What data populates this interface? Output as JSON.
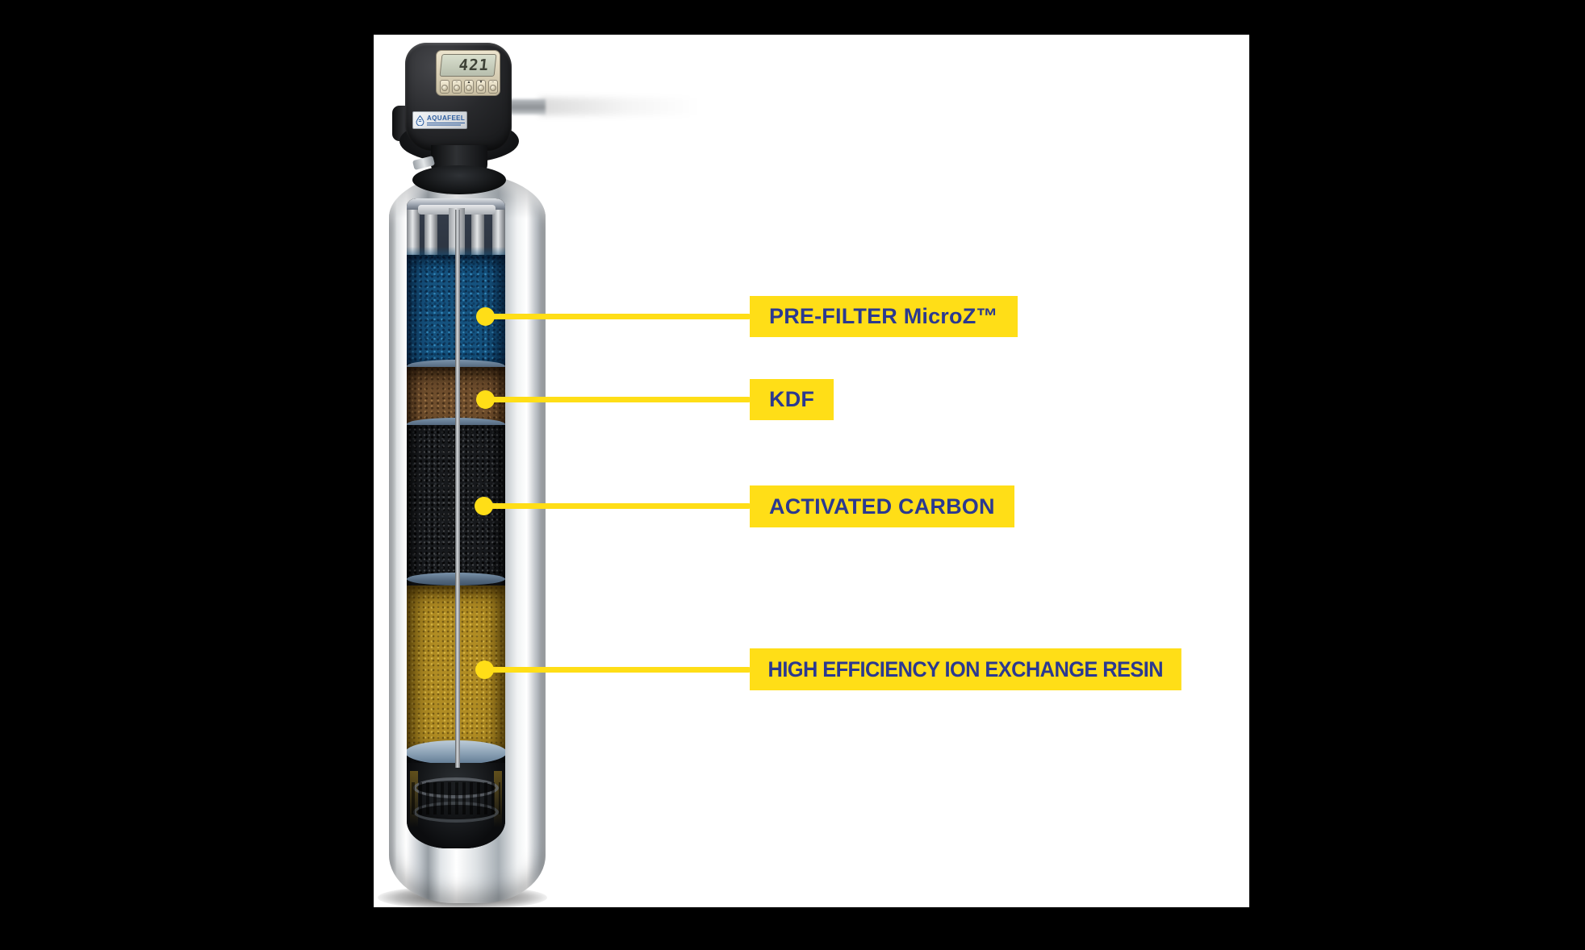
{
  "page": {
    "background": "#000000",
    "panel_bg": "#FFFFFF"
  },
  "device": {
    "brand": "AQUAFEEL",
    "display_value": "421",
    "button_glyphs": [
      "",
      "−",
      "▲",
      "▼",
      "−"
    ]
  },
  "colors": {
    "accent_yellow": "#FFDE17",
    "label_text": "#2B3990",
    "logo_blue": "#2D5D9F",
    "layer_blue": "#15527E",
    "layer_kdf": "#6F4E2D",
    "layer_carbon": "#17191C",
    "layer_resin": "#B08C23",
    "separator_disc": "#5A6E83"
  },
  "callouts": [
    {
      "label": "PRE-FILTER MicroZ™"
    },
    {
      "label": "KDF"
    },
    {
      "label": "ACTIVATED CARBON"
    },
    {
      "label": "HIGH EFFICIENCY ION EXCHANGE RESIN"
    }
  ]
}
